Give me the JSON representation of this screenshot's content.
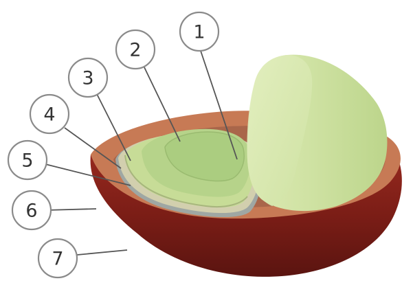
{
  "diagram": {
    "labels": [
      {
        "number": "1"
      },
      {
        "number": "2"
      },
      {
        "number": "3"
      },
      {
        "number": "4"
      },
      {
        "number": "5"
      },
      {
        "number": "6"
      },
      {
        "number": "7"
      }
    ]
  },
  "colors": {
    "outer_skin": "#7e1e16",
    "pulp_rim": "#c77a55",
    "parchment": "#9fa7a3",
    "silver_skin": "#d2cfae",
    "bean_outer": "#c7dc97",
    "bean_inner": "#b2d088",
    "embryo": "#a9cd82",
    "second_bean": "#cfe2a3"
  }
}
